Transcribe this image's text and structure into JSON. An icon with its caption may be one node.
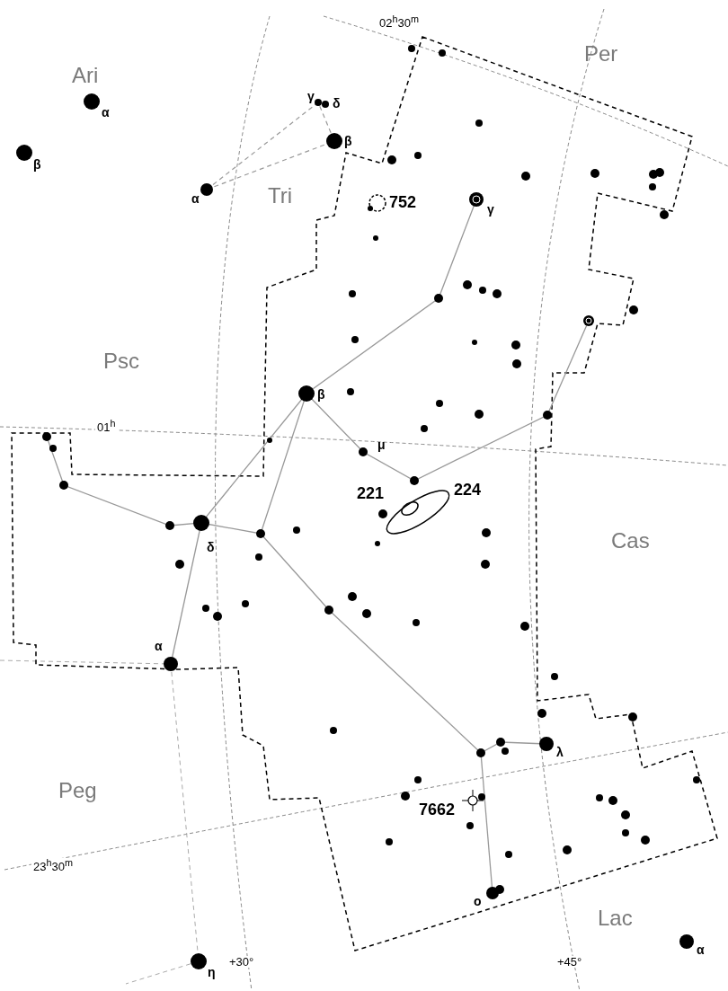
{
  "diagram": {
    "labels": [
      "02$^{h}$30$^{m}$",
      "Per",
      "Ari",
      "γ",
      "δ",
      "α",
      "β",
      "β",
      "α",
      "Tri",
      "752",
      "γ",
      "Psc",
      "β",
      "01$^{h}$",
      "μ",
      "221",
      "224",
      "δ",
      "Cas",
      "α",
      "λ",
      "7662",
      "Peg",
      "23$^{h}$30$^{m}$",
      "o",
      "Lac",
      "η",
      "+30°",
      "+45°",
      "α"
    ]
  }
}
